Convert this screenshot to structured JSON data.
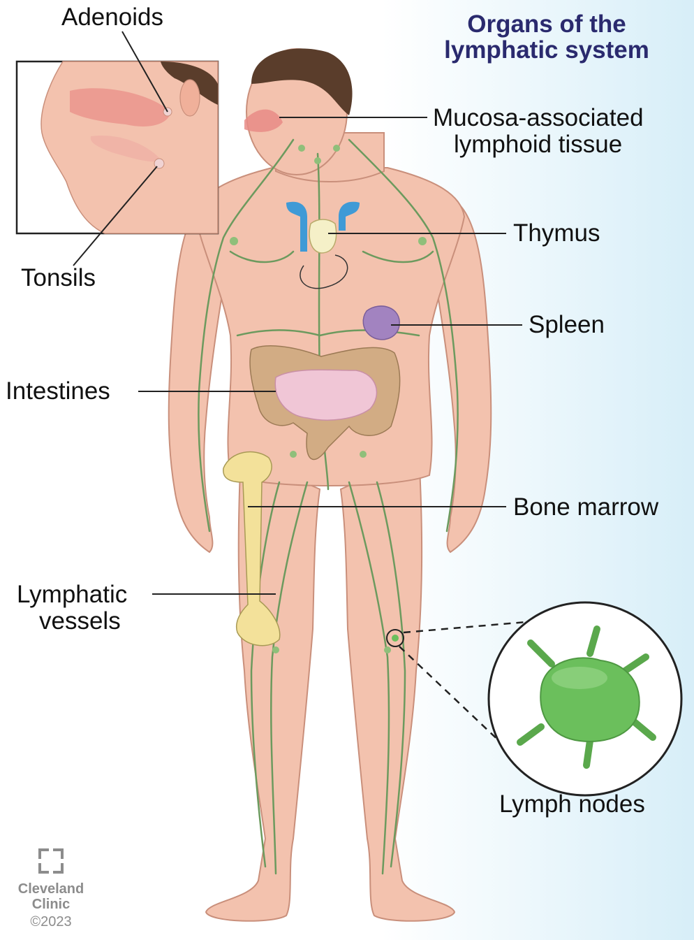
{
  "title": {
    "line1": "Organs of the",
    "line2": "lymphatic system"
  },
  "labels": {
    "adenoids": "Adenoids",
    "tonsils": "Tonsils",
    "malt_line1": "Mucosa-associated",
    "malt_line2": "lymphoid tissue",
    "thymus": "Thymus",
    "spleen": "Spleen",
    "intestines": "Intestines",
    "bone_marrow": "Bone marrow",
    "lymphatic_vessels_line1": "Lymphatic",
    "lymphatic_vessels_line2": "vessels",
    "lymph_nodes": "Lymph nodes"
  },
  "brand": {
    "line1": "Cleveland",
    "line2": "Clinic",
    "copyright": "©2023"
  },
  "colors": {
    "title": "#2a2a6e",
    "skin": "#f3c2ae",
    "skin_outline": "#c98f7b",
    "lymph_vessel": "#6c9a5e",
    "lymph_node": "#6bbf5c",
    "thymus": "#f5f0c8",
    "spleen": "#a283c0",
    "intestine_large": "#d2ac84",
    "intestine_small": "#f0c6d6",
    "bone": "#f3e19a",
    "vein": "#3f9ad6",
    "mucosa": "#e88b86",
    "background_tint": "#d7eef8"
  }
}
